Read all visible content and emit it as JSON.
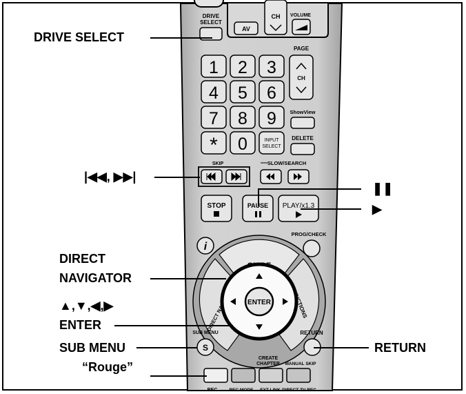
{
  "callouts": {
    "drive_select": "DRIVE SELECT",
    "skip": "|◀◀, ▶▶|",
    "pause_symbol": "❚❚",
    "play_symbol": "▶",
    "direct": "DIRECT",
    "navigator": "NAVIGATOR",
    "arrows": "▲,▼,◀,▶",
    "enter": "ENTER",
    "sub_menu": "SUB MENU",
    "return": "RETURN",
    "rouge": "“Rouge”"
  },
  "remote": {
    "drive_select": "DRIVE\nSELECT",
    "av": "AV",
    "ch": "CH",
    "volume": "VOLUME",
    "page": "PAGE",
    "ch2": "CH",
    "digits": [
      "1",
      "2",
      "3",
      "4",
      "5",
      "6",
      "7",
      "8",
      "9",
      "*",
      "0"
    ],
    "showview": "ShowView",
    "input_select": "INPUT\nSELECT",
    "delete": "DELETE",
    "skip_label": "SKIP",
    "slow_search": "SLOW/SEARCH",
    "stop": "STOP",
    "pause": "PAUSE",
    "play": "PLAY/x1.3",
    "prog_check": "PROG/CHECK",
    "info": "i",
    "guide": "GUIDE",
    "direct_navigator": "DIRECT NAVIGATOR",
    "functions": "FUNCTIONS",
    "enter": "ENTER",
    "sub_menu": "SUB MENU",
    "sub_menu_key": "S",
    "return": "RETURN",
    "create_chapter": "CREATE\nCHAPTER",
    "manual_skip": "MANUAL SKIP",
    "rec": "REC",
    "rec_mode": "REC MODE",
    "ext_link": "EXT LINK",
    "direct_tv_rec": "DIRECT TV REC"
  },
  "colors": {
    "body": "#c6c6c6",
    "key": "#e6e6e6",
    "outline": "#000000",
    "accent": "#9a9a9a"
  }
}
